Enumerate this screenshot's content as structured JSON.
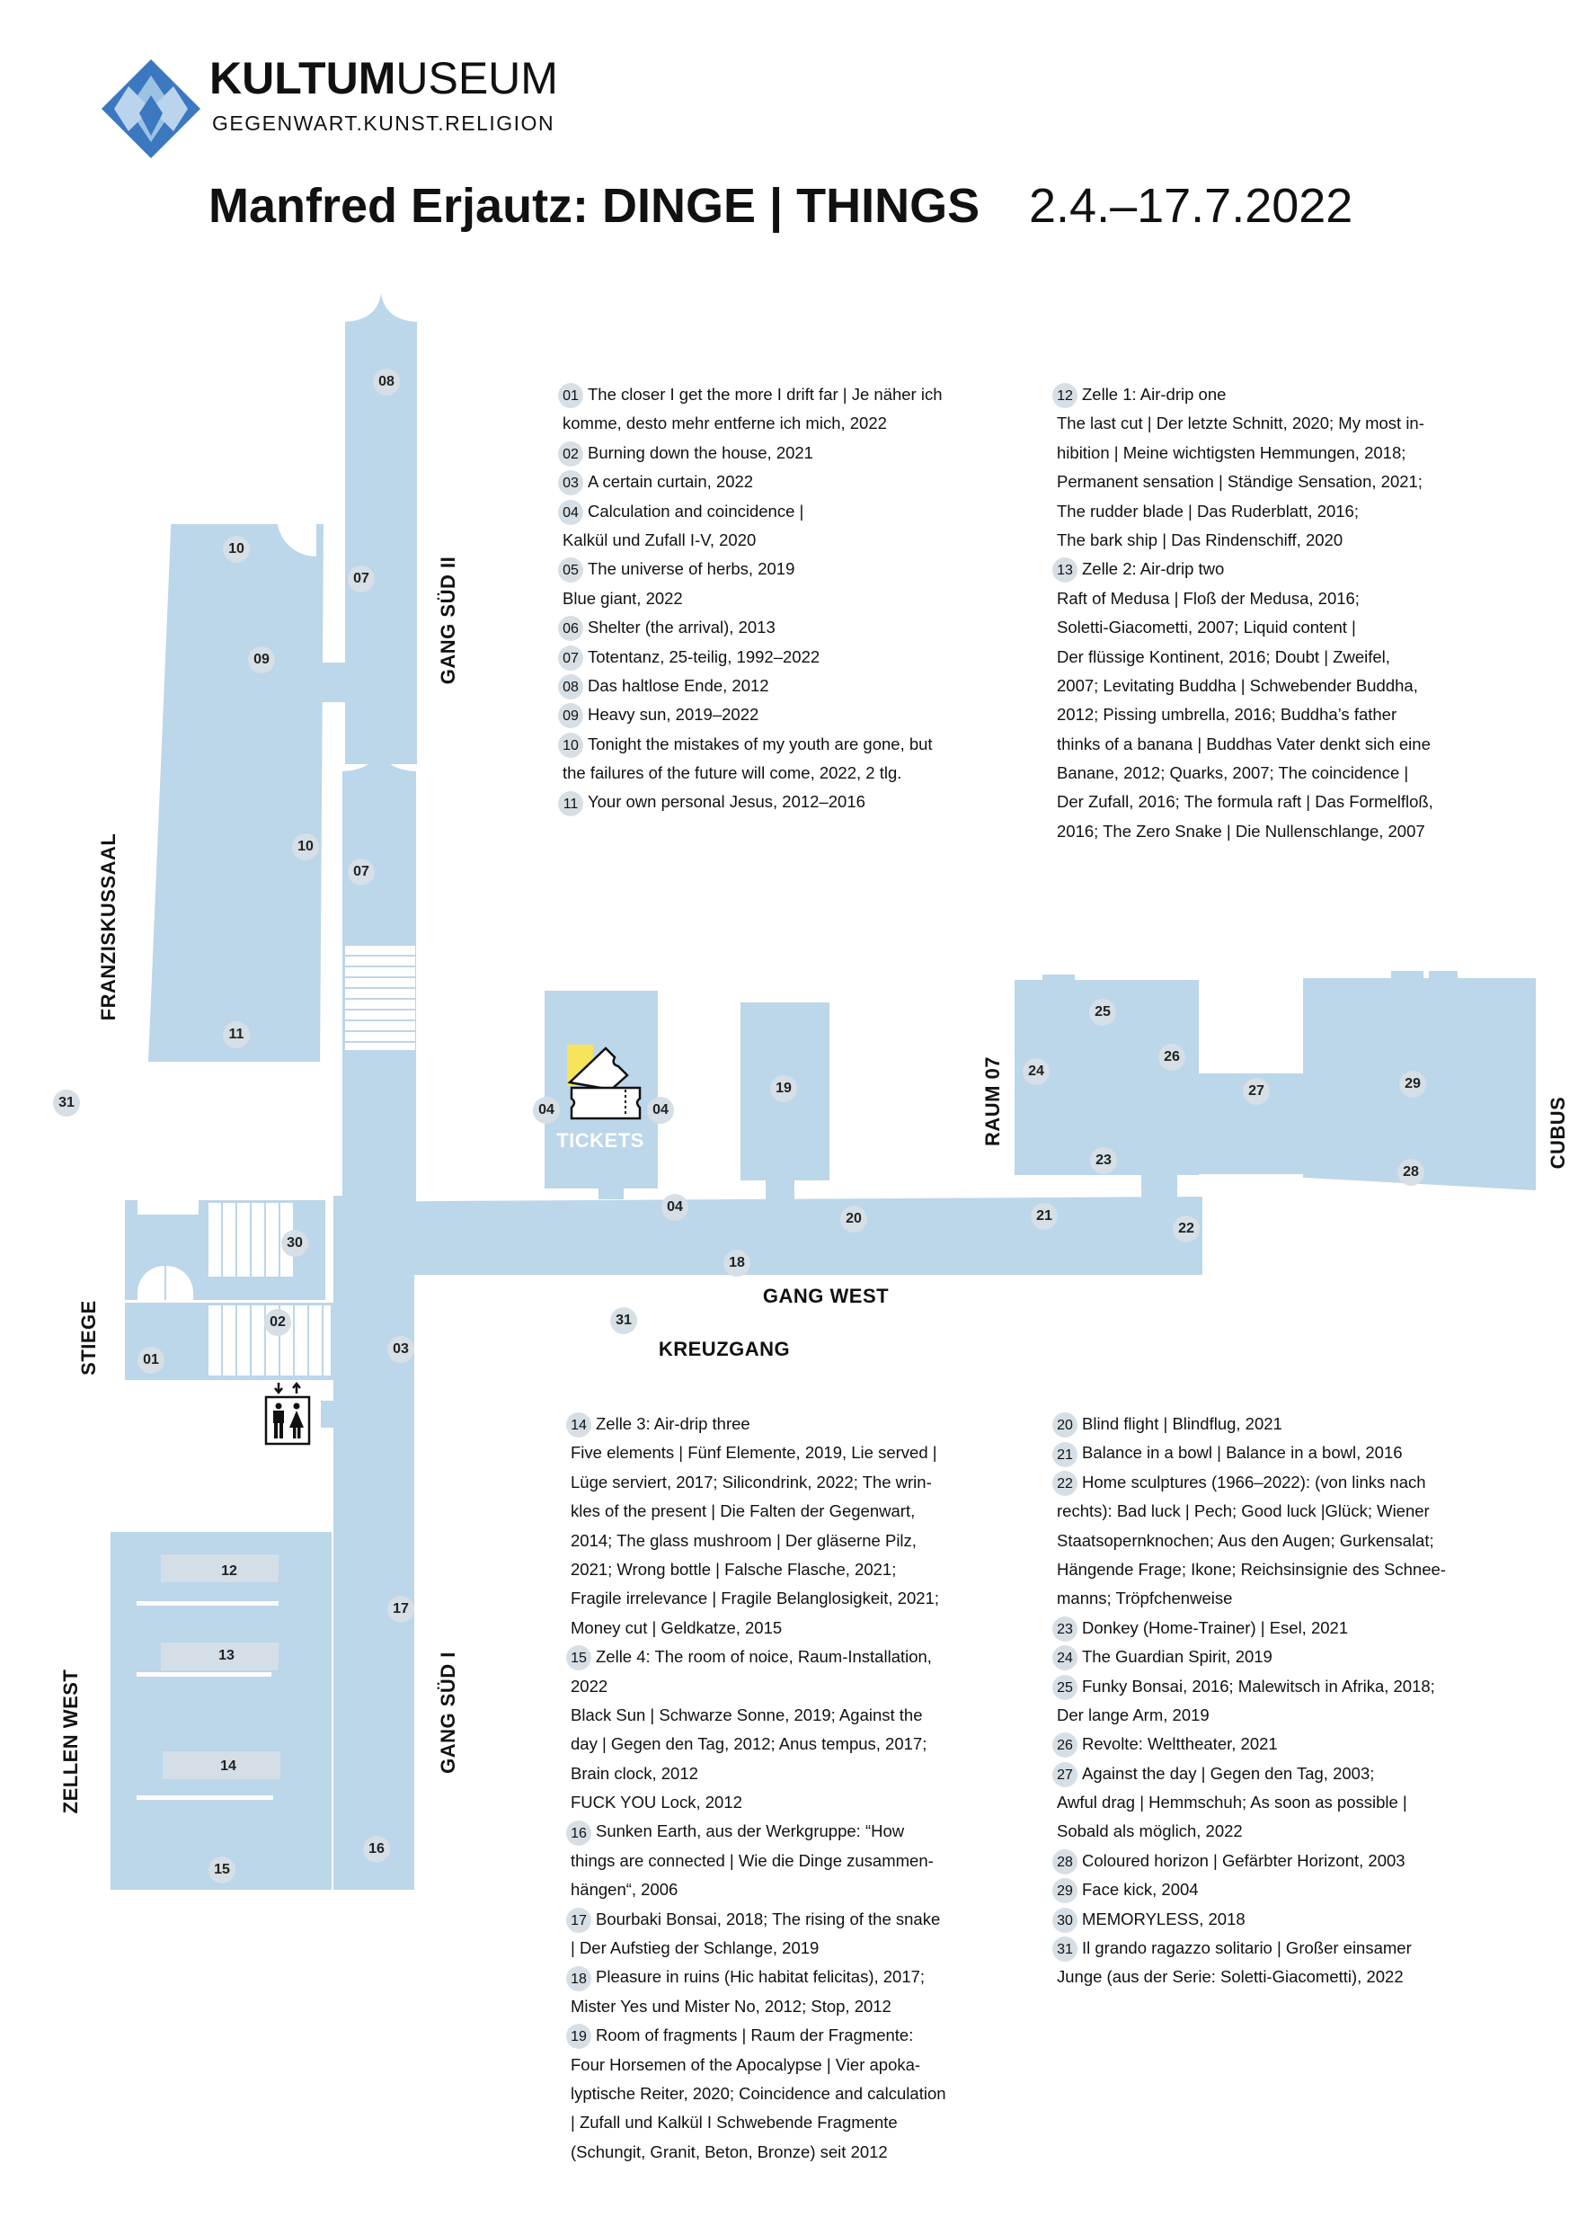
{
  "header": {
    "logo_bold": "KULTUM",
    "logo_light": "USEUM",
    "logo_subtitle": "GEGENWART.KUNST.RELIGION",
    "title": "Manfred Erjautz: DINGE | THINGS",
    "date": "2.4.–17.7.2022"
  },
  "colors": {
    "room": "#bcd6ea",
    "badge": "#d5dfe5",
    "ticket_accent": "#f7e45a",
    "logo_blue": "#3b78c0"
  },
  "map": {
    "areas": {
      "gang_sued_2": "GANG SÜD II",
      "franziskussaal": "FRANZISKUSSAAL",
      "raum_07": "RAUM 07",
      "cubus": "CUBUS",
      "gang_west": "GANG WEST",
      "kreuzgang": "KREUZGANG",
      "stiege": "STIEGE",
      "zellen_west": "ZELLEN WEST",
      "gang_sued_1": "GANG SÜD I",
      "tickets": "TICKETS"
    },
    "markers": [
      "08",
      "07",
      "10",
      "09",
      "10",
      "07",
      "11",
      "31",
      "04",
      "04",
      "19",
      "04",
      "20",
      "18",
      "21",
      "22",
      "23",
      "24",
      "25",
      "26",
      "27",
      "29",
      "28",
      "30",
      "02",
      "01",
      "03",
      "31",
      "12",
      "13",
      "14",
      "17",
      "15",
      "16"
    ]
  },
  "legend": {
    "top_left": [
      {
        "num": "01",
        "lines": [
          "The closer I get the more I drift far | Je näher ich",
          "komme, desto mehr entferne ich mich, 2022"
        ]
      },
      {
        "num": "02",
        "lines": [
          "Burning down the house, 2021"
        ]
      },
      {
        "num": "03",
        "lines": [
          "A certain curtain, 2022"
        ]
      },
      {
        "num": "04",
        "lines": [
          "Calculation and coincidence |",
          "Kalkül und Zufall I-V, 2020"
        ]
      },
      {
        "num": "05",
        "lines": [
          "The universe of herbs, 2019",
          "Blue giant, 2022"
        ]
      },
      {
        "num": "06",
        "lines": [
          "Shelter (the arrival), 2013"
        ]
      },
      {
        "num": "07",
        "lines": [
          "Totentanz, 25-teilig, 1992–2022"
        ]
      },
      {
        "num": "08",
        "lines": [
          "Das haltlose Ende, 2012"
        ]
      },
      {
        "num": "09",
        "lines": [
          "Heavy sun, 2019–2022"
        ]
      },
      {
        "num": "10",
        "lines": [
          "Tonight the mistakes of my youth are gone, but",
          "the failures of the future will come, 2022, 2 tlg."
        ]
      },
      {
        "num": "11",
        "lines": [
          "Your own personal Jesus, 2012–2016"
        ]
      }
    ],
    "top_right": [
      {
        "num": "12",
        "lines": [
          "Zelle 1: Air-drip one",
          "The last cut | Der letzte Schnitt, 2020; My most in-",
          "hibition | Meine wichtigsten Hemmungen, 2018;",
          "Permanent sensation | Ständige Sensation, 2021;",
          "The rudder blade | Das Ruderblatt, 2016;",
          "The bark ship | Das Rindenschiff, 2020"
        ]
      },
      {
        "num": "13",
        "lines": [
          "Zelle 2: Air-drip two",
          "Raft of Medusa | Floß der Medusa, 2016;",
          "Soletti-Giacometti, 2007; Liquid content |",
          "Der flüssige Kontinent, 2016; Doubt | Zweifel,",
          "2007; Levitating Buddha | Schwebender Buddha,",
          "2012; Pissing umbrella, 2016; Buddha’s father",
          "thinks of a banana | Buddhas Vater denkt sich eine",
          "Banane, 2012; Quarks, 2007; The coincidence |",
          "Der Zufall, 2016; The formula raft | Das Formelfloß,",
          "2016; The Zero Snake | Die Nullenschlange, 2007"
        ]
      }
    ],
    "bottom_left": [
      {
        "num": "14",
        "lines": [
          "Zelle 3: Air-drip three",
          "Five elements | Fünf Elemente, 2019, Lie served |",
          "Lüge serviert, 2017; Silicondrink, 2022; The wrin-",
          "kles of the present | Die Falten der Gegenwart,",
          "2014; The glass mushroom | Der gläserne Pilz,",
          "2021; Wrong bottle | Falsche Flasche, 2021;",
          "Fragile irrelevance | Fragile Belanglosigkeit, 2021;",
          "Money cut | Geldkatze, 2015"
        ]
      },
      {
        "num": "15",
        "lines": [
          "Zelle 4: The room of noice, Raum-Installation,",
          "2022",
          "Black Sun | Schwarze Sonne, 2019; Against the",
          "day | Gegen den Tag, 2012; Anus tempus, 2017;",
          "Brain clock, 2012",
          "FUCK YOU Lock, 2012"
        ]
      },
      {
        "num": "16",
        "lines": [
          "Sunken Earth, aus der Werkgruppe: “How",
          "things are connected | Wie die Dinge zusammen-",
          "hängen“, 2006"
        ]
      },
      {
        "num": "17",
        "lines": [
          "Bourbaki Bonsai, 2018; The rising of the snake",
          "| Der Aufstieg der Schlange, 2019"
        ]
      },
      {
        "num": "18",
        "lines": [
          "Pleasure in ruins (Hic habitat felicitas), 2017;",
          "Mister Yes und Mister No, 2012; Stop, 2012"
        ]
      },
      {
        "num": "19",
        "lines": [
          "Room of fragments | Raum der Fragmente:",
          "Four Horsemen of the Apocalypse | Vier apoka-",
          "lyptische Reiter, 2020; Coincidence and calculation",
          "| Zufall und Kalkül I Schwebende Fragmente",
          "(Schungit, Granit, Beton, Bronze) seit 2012"
        ]
      }
    ],
    "bottom_right": [
      {
        "num": "20",
        "lines": [
          "Blind flight | Blindflug, 2021"
        ]
      },
      {
        "num": "21",
        "lines": [
          "Balance in a bowl | Balance in a bowl, 2016"
        ]
      },
      {
        "num": "22",
        "lines": [
          "Home sculptures (1966–2022): (von links nach",
          "rechts): Bad luck | Pech; Good luck |Glück; Wiener",
          "Staatsopernknochen; Aus den Augen; Gurkensalat;",
          "Hängende Frage; Ikone; Reichsinsignie des Schnee-",
          "manns; Tröpfchenweise"
        ]
      },
      {
        "num": "23",
        "lines": [
          "Donkey (Home-Trainer) | Esel, 2021"
        ]
      },
      {
        "num": "24",
        "lines": [
          "The Guardian Spirit, 2019"
        ]
      },
      {
        "num": "25",
        "lines": [
          "Funky Bonsai, 2016; Malewitsch in Afrika, 2018;",
          "Der lange Arm, 2019"
        ]
      },
      {
        "num": "26",
        "lines": [
          "Revolte: Welttheater, 2021"
        ]
      },
      {
        "num": "27",
        "lines": [
          "Against the day | Gegen den Tag, 2003;",
          "Awful drag | Hemmschuh; As soon as possible |",
          "Sobald als möglich, 2022"
        ]
      },
      {
        "num": "28",
        "lines": [
          "Coloured horizon | Gefärbter Horizont, 2003"
        ]
      },
      {
        "num": "29",
        "lines": [
          "Face kick, 2004"
        ]
      },
      {
        "num": "30",
        "lines": [
          "MEMORYLESS, 2018"
        ]
      },
      {
        "num": "31",
        "lines": [
          "Il grando ragazzo solitario | Großer einsamer",
          "Junge (aus der Serie: Soletti-Giacometti), 2022"
        ]
      }
    ]
  }
}
